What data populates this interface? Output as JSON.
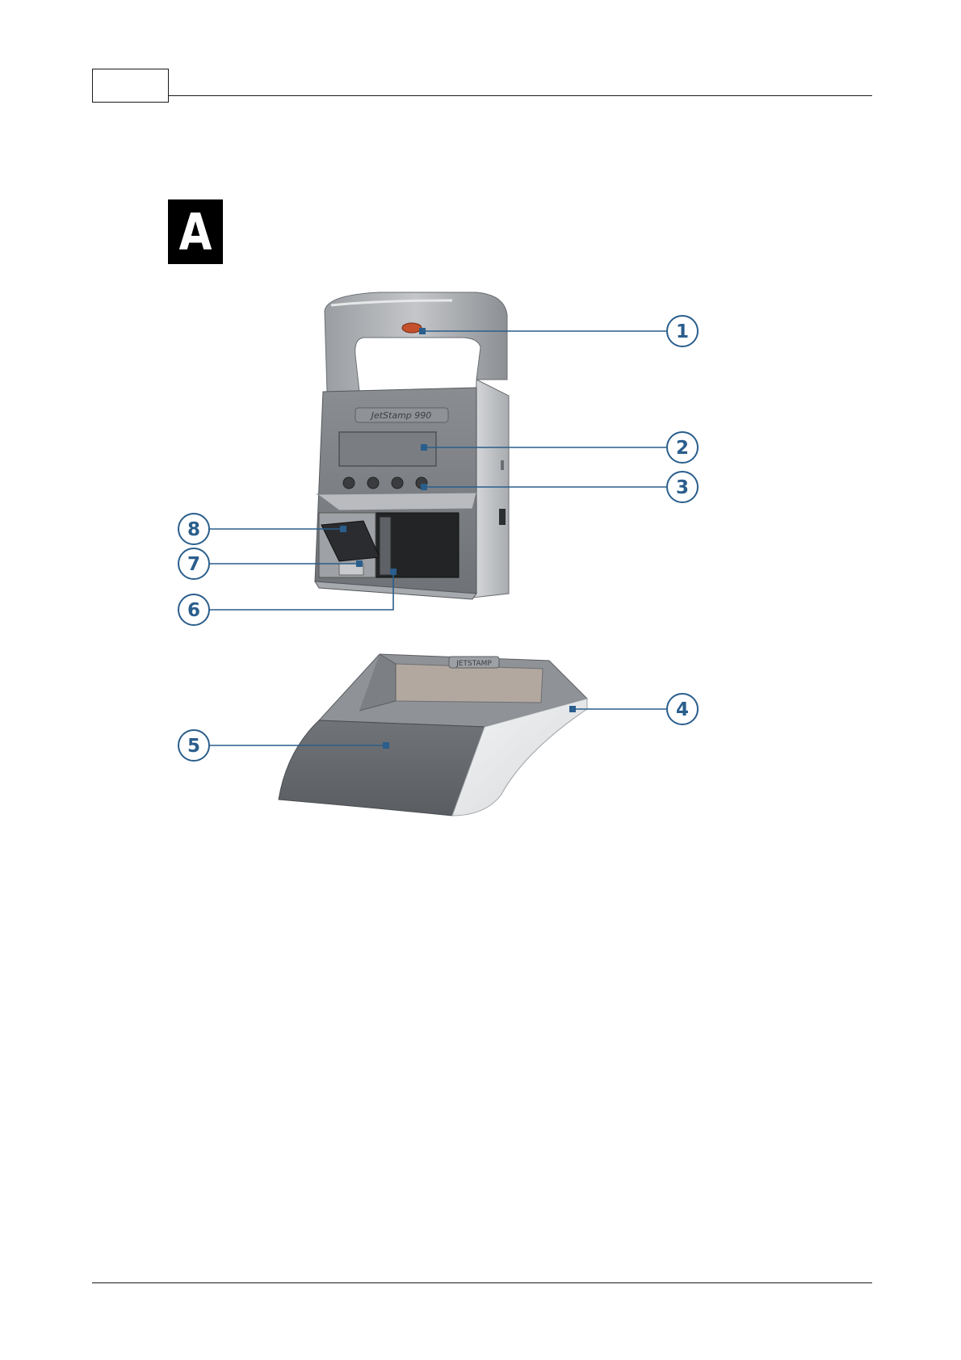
{
  "section": {
    "letter": "A"
  },
  "device": {
    "brand_label": "JetStamp 990",
    "dock_label": "JETSTAMP"
  },
  "callouts": [
    {
      "number": "1",
      "part": "trigger"
    },
    {
      "number": "2",
      "part": "display"
    },
    {
      "number": "3",
      "part": "buttons"
    },
    {
      "number": "4",
      "part": "station"
    },
    {
      "number": "5",
      "part": "contact"
    },
    {
      "number": "6",
      "part": "cartridge-holder"
    },
    {
      "number": "7",
      "part": "cartridge"
    },
    {
      "number": "8",
      "part": "cartridge-lever"
    }
  ],
  "colors": {
    "callout": "#2a5e8c",
    "housing": "#7b7d81",
    "housing_light": "#c8cacd"
  }
}
